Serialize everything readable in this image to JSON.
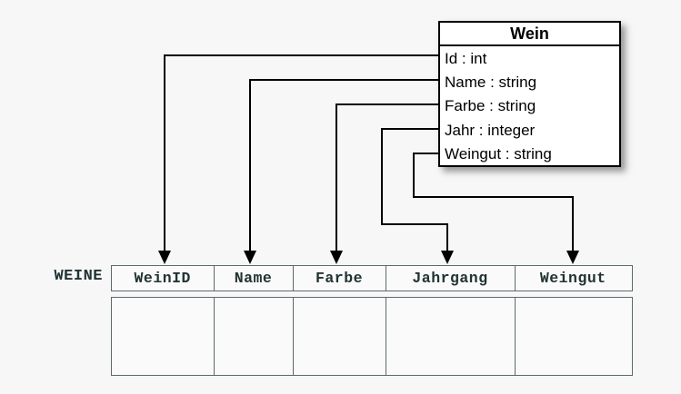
{
  "class_box": {
    "title": "Wein",
    "attributes": [
      "Id : int",
      "Name : string",
      "Farbe : string",
      "Jahr : integer",
      "Weingut : string"
    ]
  },
  "table": {
    "name": "WEINE",
    "columns": [
      "WeinID",
      "Name",
      "Farbe",
      "Jahrgang",
      "Weingut"
    ],
    "rows": [
      [
        "",
        "",
        "",
        "",
        ""
      ]
    ]
  },
  "mappings": [
    {
      "from": "Id",
      "to": "WeinID"
    },
    {
      "from": "Name",
      "to": "Name"
    },
    {
      "from": "Farbe",
      "to": "Farbe"
    },
    {
      "from": "Jahr",
      "to": "Jahrgang"
    },
    {
      "from": "Weingut",
      "to": "Weingut"
    }
  ],
  "colors": {
    "background": "#f7f7f8",
    "class_box_border": "#000000",
    "class_box_fill": "#ffffff",
    "table_border": "#5c6b6b",
    "table_text": "#223333",
    "connector": "#000000"
  }
}
